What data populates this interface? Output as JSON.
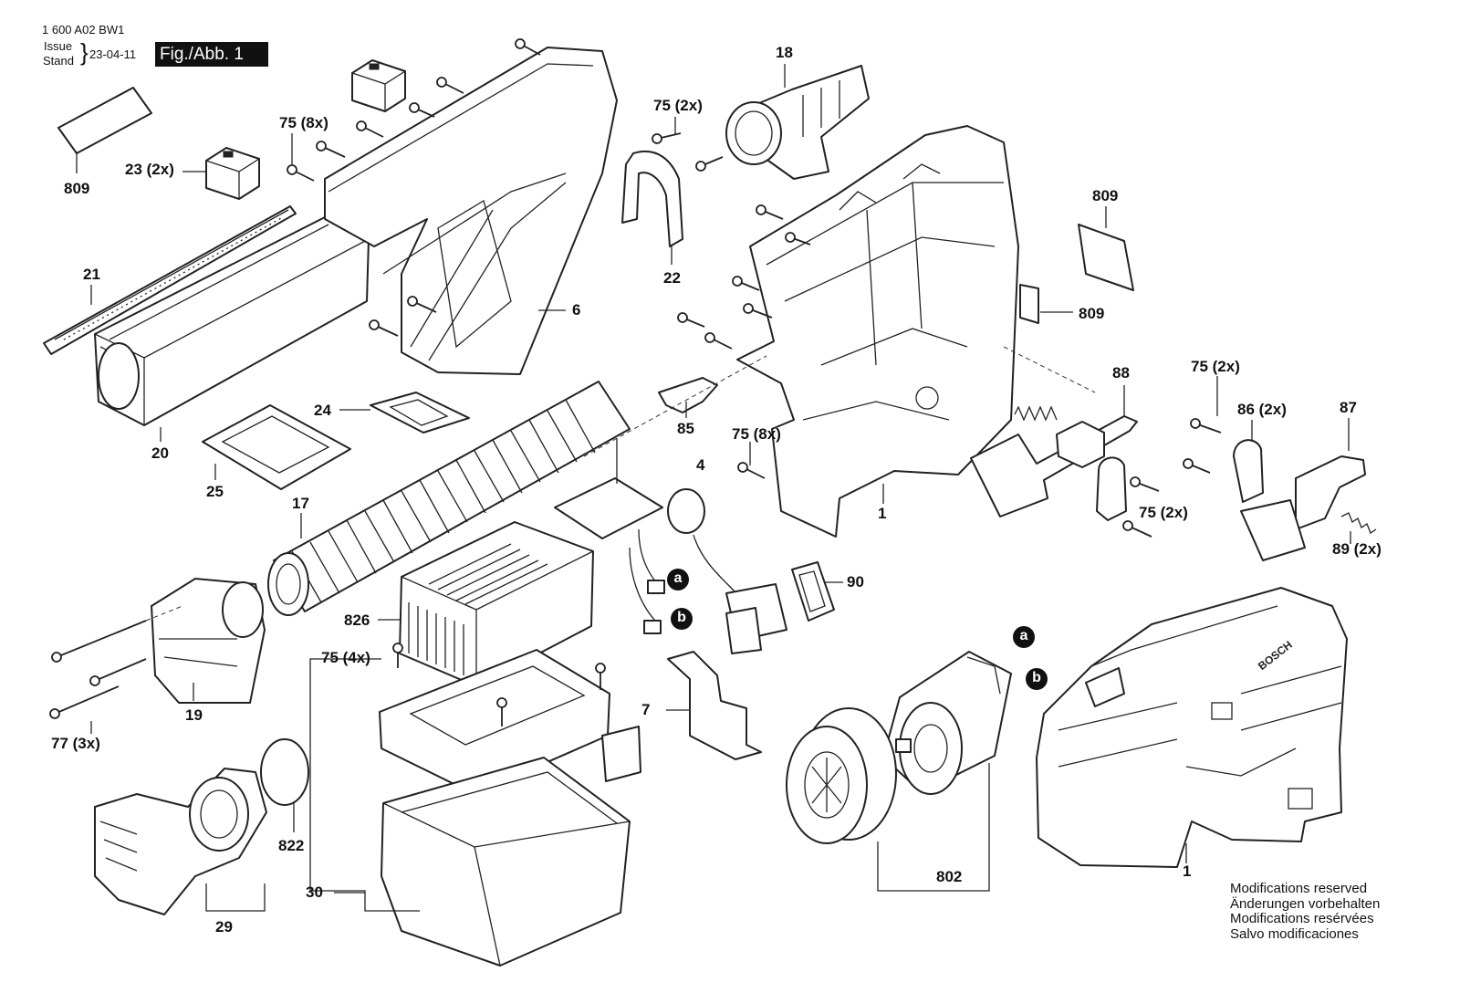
{
  "header": {
    "doc_number": "1 600 A02 BW1",
    "issue_label": "Issue",
    "stand_label": "Stand",
    "issue_date": "23-04-11",
    "figure_label": "Fig./Abb. 1"
  },
  "callouts": {
    "809a": "809",
    "23": "23 (2x)",
    "75a": "75 (8x)",
    "21": "21",
    "20": "20",
    "6": "6",
    "75b": "75 (2x)",
    "22": "22",
    "18": "18",
    "809b": "809",
    "809c": "809",
    "24": "24",
    "25": "25",
    "17": "17",
    "85": "85",
    "4": "4",
    "75c": "75 (8x)",
    "1a": "1",
    "88": "88",
    "75d": "75 (2x)",
    "86": "86 (2x)",
    "87": "87",
    "75e": "75 (2x)",
    "89": "89 (2x)",
    "90": "90",
    "826": "826",
    "75f": "75 (4x)",
    "19": "19",
    "77": "77 (3x)",
    "7": "7",
    "822": "822",
    "29": "29",
    "30": "30",
    "802": "802",
    "1b": "1"
  },
  "markers": {
    "a1": "a",
    "b1": "b",
    "a2": "a",
    "b2": "b"
  },
  "housing_logo": "BOSCH",
  "notes": [
    "Modifications reserved",
    "Änderungen vorbehalten",
    "Modifications resérvées",
    "Salvo modificaciones"
  ]
}
